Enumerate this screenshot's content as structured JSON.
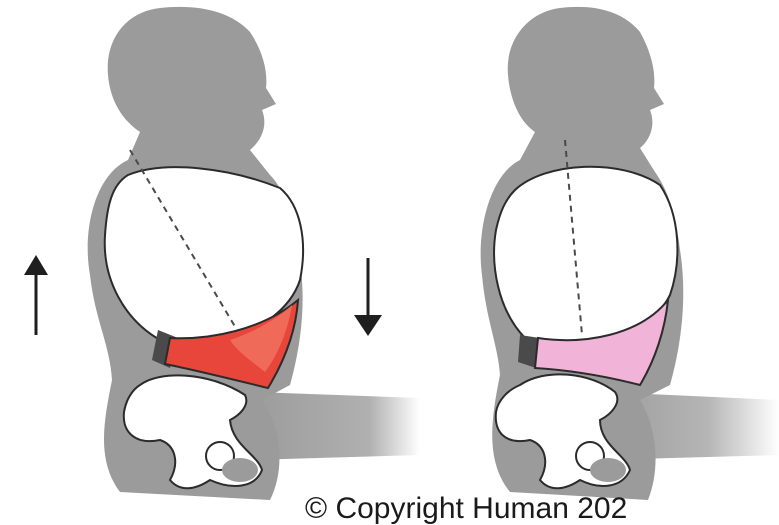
{
  "figures": [
    {
      "id": "left",
      "arrows": [
        "up",
        "down"
      ],
      "abdominal_fill": "#e8463a",
      "abdominal_fill_light": "#f06a5a"
    },
    {
      "id": "right",
      "arrows": [],
      "abdominal_fill": "#f2b3d8",
      "abdominal_fill_light": "#f7c9e4"
    }
  ],
  "colors": {
    "silhouette": "#9b9b9b",
    "outline": "#2b2b2b",
    "rib_fill": "#ffffff",
    "dark_band": "#4a4a4a",
    "arrow": "#1f1f1f"
  },
  "watermark": "© Copyright Human 202"
}
